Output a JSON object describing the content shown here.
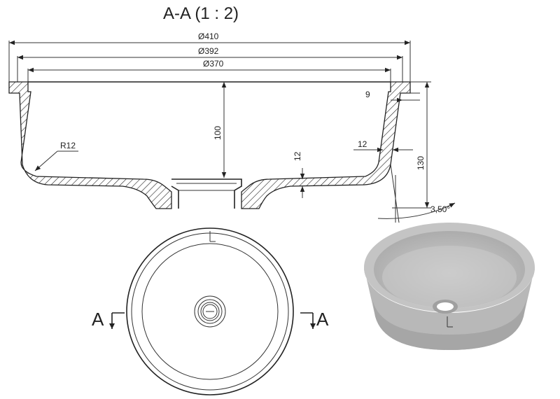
{
  "drawing": {
    "title": "A-A   (1 : 2)",
    "dimensions": {
      "outer_diameter": "Ø410",
      "mid_diameter": "Ø392",
      "inner_diameter": "Ø370",
      "depth": "100",
      "height": "130",
      "rim_step": "9",
      "wall_thickness": "12",
      "bottom_thickness": "12",
      "corner_radius": "R12",
      "draft_angle": "3,50°"
    },
    "section_marks": {
      "left": "A",
      "right": "A"
    }
  }
}
